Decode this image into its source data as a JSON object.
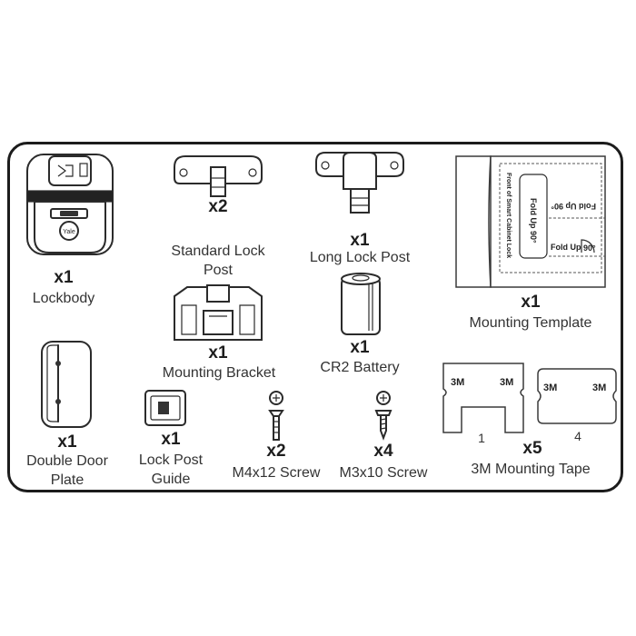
{
  "items": {
    "lockbody": {
      "qty": "x1",
      "label": "Lockbody",
      "logo": "Yale"
    },
    "standard_lock_post": {
      "qty": "x2",
      "label_line1": "Standard Lock",
      "label_line2": "Post"
    },
    "long_lock_post": {
      "qty": "x1",
      "label": "Long Lock Post"
    },
    "mounting_template": {
      "qty": "x1",
      "label": "Mounting Template",
      "vertical_text": "Front of Smart Cabinet Lock",
      "fold_a": "Fold Up 90°",
      "fold_b": "Fold Up 90°",
      "fold_c": "Fold Up",
      "fold_c_angle": "90°"
    },
    "mounting_bracket": {
      "qty": "x1",
      "label": "Mounting Bracket"
    },
    "cr2_battery": {
      "qty": "x1",
      "label": "CR2 Battery"
    },
    "double_door_plate": {
      "qty": "x1",
      "label_line1": "Double Door",
      "label_line2": "Plate"
    },
    "lock_post_guide": {
      "qty": "x1",
      "label_line1": "Lock Post",
      "label_line2": "Guide"
    },
    "m4_screw": {
      "qty": "x2",
      "label": "M4x12 Screw"
    },
    "m3_screw": {
      "qty": "x4",
      "label": "M3x10 Screw"
    },
    "mounting_tape": {
      "qty": "x5",
      "label": "3M Mounting Tape",
      "pad_a": {
        "brand_left": "3M",
        "brand_right": "3M",
        "count": "1"
      },
      "pad_b": {
        "brand_left": "3M",
        "brand_right": "3M",
        "count": "4"
      }
    }
  }
}
